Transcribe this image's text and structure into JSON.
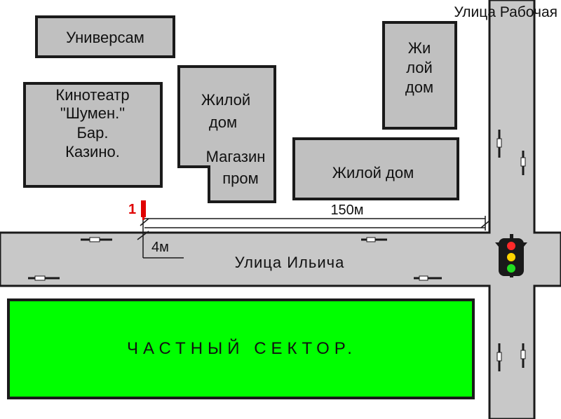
{
  "colors": {
    "background": "#ffffff",
    "road": "#c8c8c8",
    "building": "#c0c0c0",
    "outline": "#1a1a1a",
    "private_sector": "#00ff00",
    "marker": "#e00000",
    "traffic_red": "#ff2a2a",
    "traffic_yellow": "#ffd400",
    "traffic_green": "#22dd22"
  },
  "streets": {
    "vertical": "Улица Рабочая",
    "horizontal": "Улица Ильича"
  },
  "buildings": {
    "supermarket": "Универсам",
    "cinema": [
      "Кинотеатр",
      "\"Шумен.\"",
      "Бар.",
      "Казино."
    ],
    "residential_left": [
      "Жилой",
      "дом"
    ],
    "store": [
      "Магазин",
      "пром"
    ],
    "residential_tall": [
      "Жи",
      "лой",
      "дом"
    ],
    "residential_right": "Жилой дом"
  },
  "private_sector": "ЧАСТНЫЙ СЕКТОР.",
  "marker": {
    "label": "1"
  },
  "distances": {
    "along_street": "150м",
    "from_road_edge": "4м"
  },
  "icons": {
    "traffic_light": "traffic-light-icon",
    "marker": "location-marker-icon"
  }
}
